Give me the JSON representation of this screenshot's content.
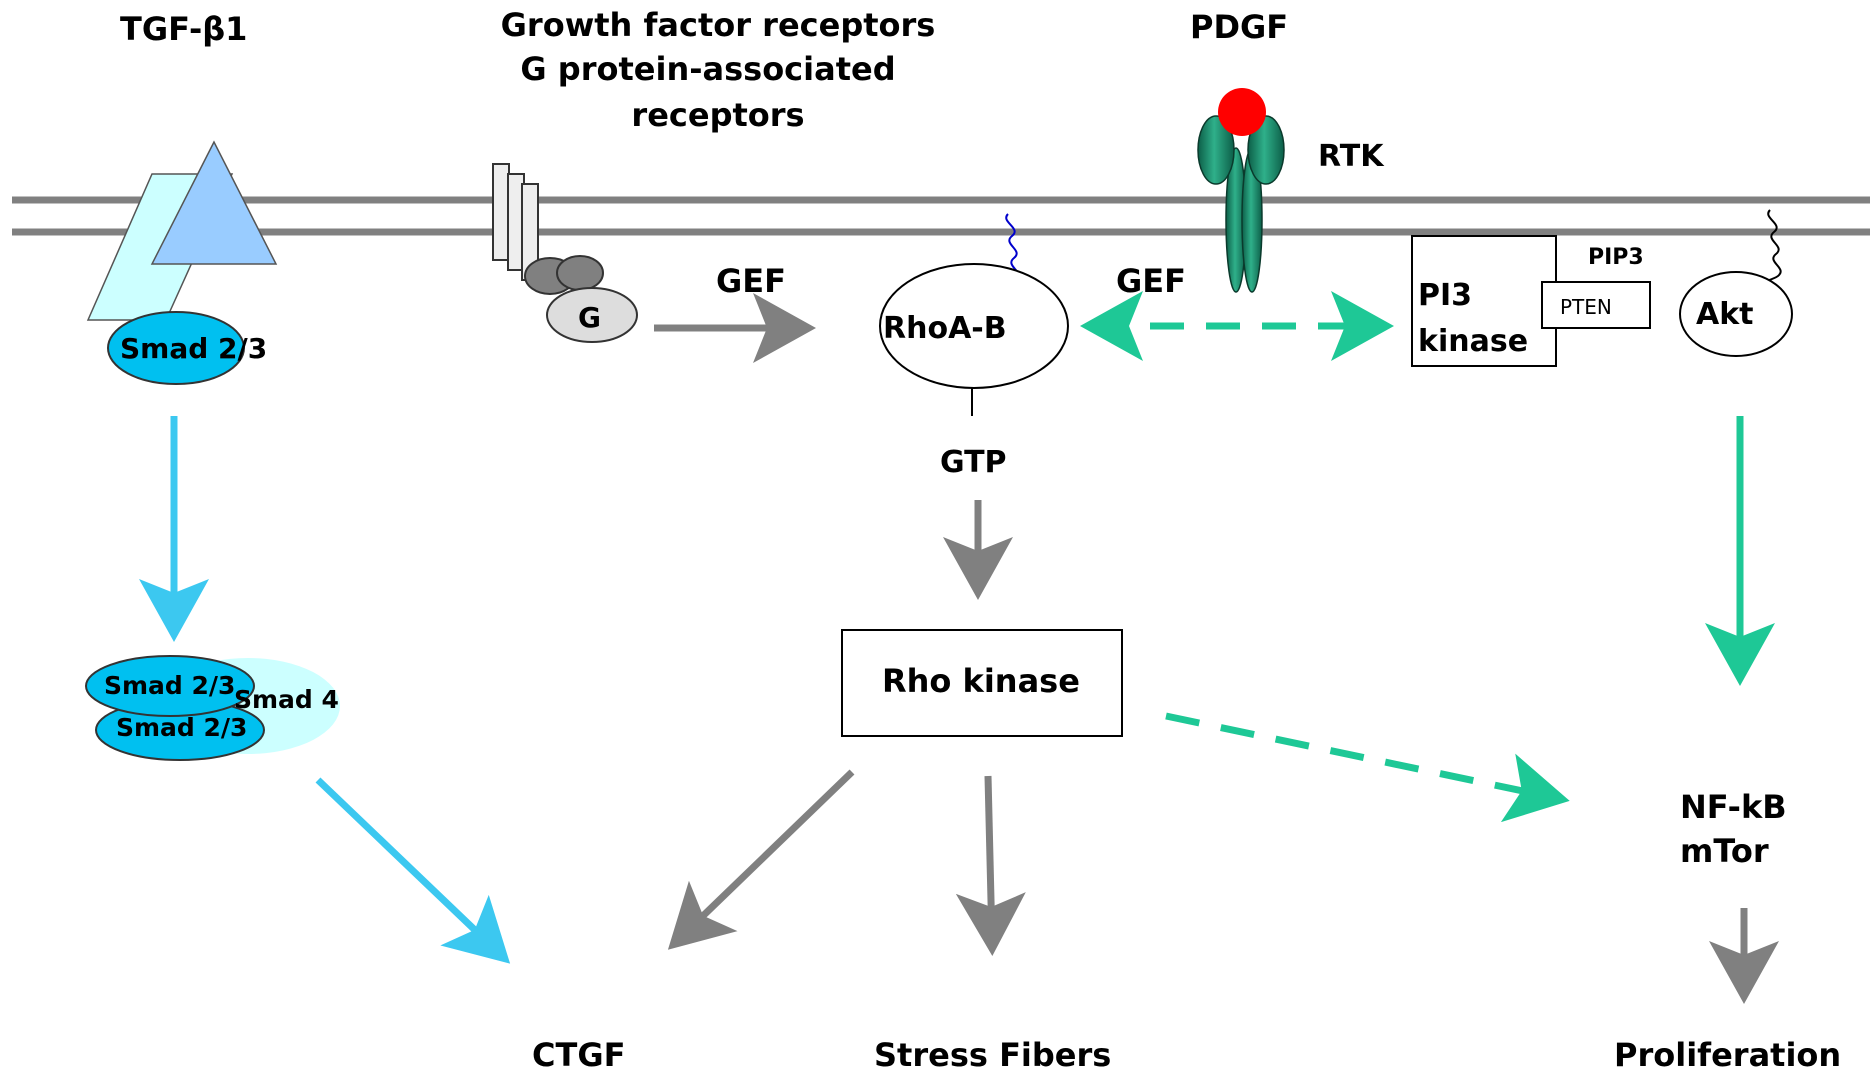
{
  "labels": {
    "tgf": "TGF-β1",
    "growth_line1": "Growth factor receptors",
    "growth_line2": "G protein-associated",
    "growth_line3": "receptors",
    "pdgf": "PDGF",
    "rtk": "RTK",
    "smad_23": "Smad 2/3",
    "g": "G",
    "gef_left": "GEF",
    "gef_right": "GEF",
    "rhoab": "RhoA-B",
    "gtp": "GTP",
    "pi3_line1": "PI3",
    "pi3_line2": "kinase",
    "pip3": "PIP3",
    "pten": "PTEN",
    "akt": "Akt",
    "smad_upper": "Smad 2/3",
    "smad_lower": "Smad 2/3",
    "smad4": "Smad 4",
    "rho_kinase": "Rho kinase",
    "nfkb": "NF-kB",
    "mtor": "mTor",
    "ctgf": "CTGF",
    "stress_fibers": "Stress Fibers",
    "proliferation": "Proliferation"
  },
  "colors": {
    "membrane": "#808080",
    "cyan_arrow": "#3cc8f0",
    "green_arrow": "#1ec896",
    "gray_arrow": "#808080",
    "receptor_light": "#ccffff",
    "receptor_blue": "#99ccff",
    "smad": "#00c0f0",
    "smad4": "#ccffff",
    "ligand_red": "#ff0000",
    "rtk_green": "#1a8a6a",
    "gtp_tail": "#0000cc"
  }
}
